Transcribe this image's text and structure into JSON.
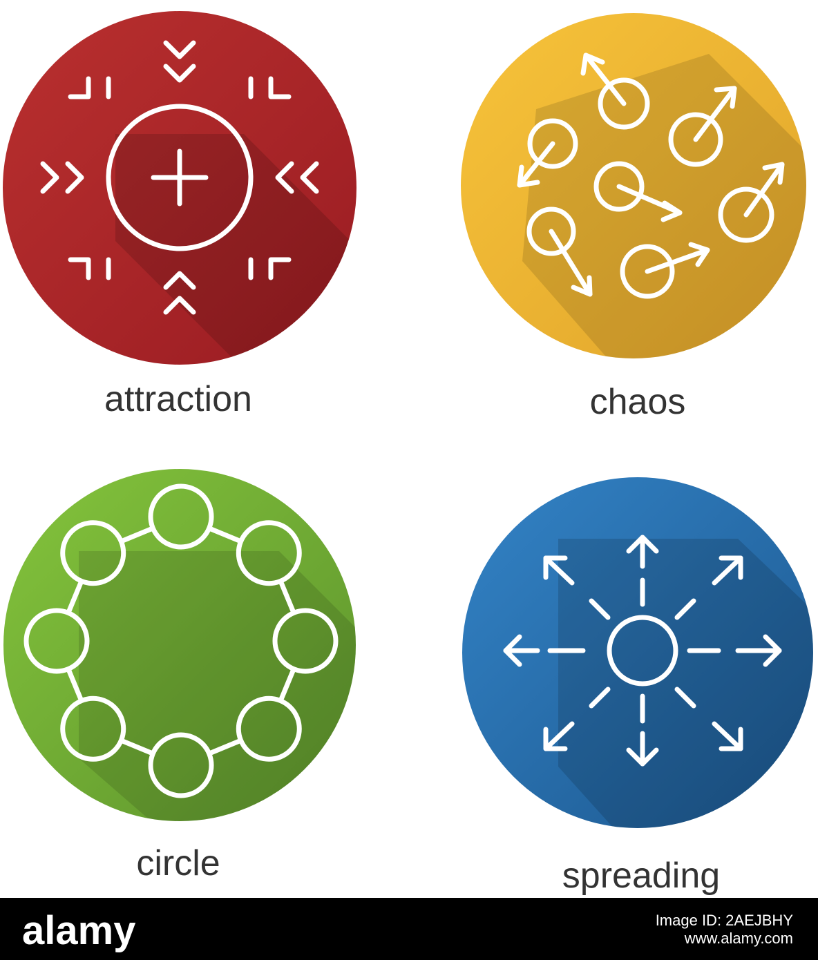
{
  "icons": [
    {
      "key": "attraction",
      "label": "attraction",
      "colors": [
        "#b52e31",
        "#9e1d22"
      ]
    },
    {
      "key": "chaos",
      "label": "chaos",
      "colors": [
        "#f6bf34",
        "#e0a52c"
      ]
    },
    {
      "key": "circle",
      "label": "circle",
      "colors": [
        "#7ec03a",
        "#5f9a2e"
      ]
    },
    {
      "key": "spreading",
      "label": "spreading",
      "colors": [
        "#2e7ec2",
        "#1f5f98"
      ]
    }
  ],
  "footer": {
    "logo": "alamy",
    "image_id": "Image ID: 2AEJBHY",
    "site": "www.alamy.com"
  }
}
